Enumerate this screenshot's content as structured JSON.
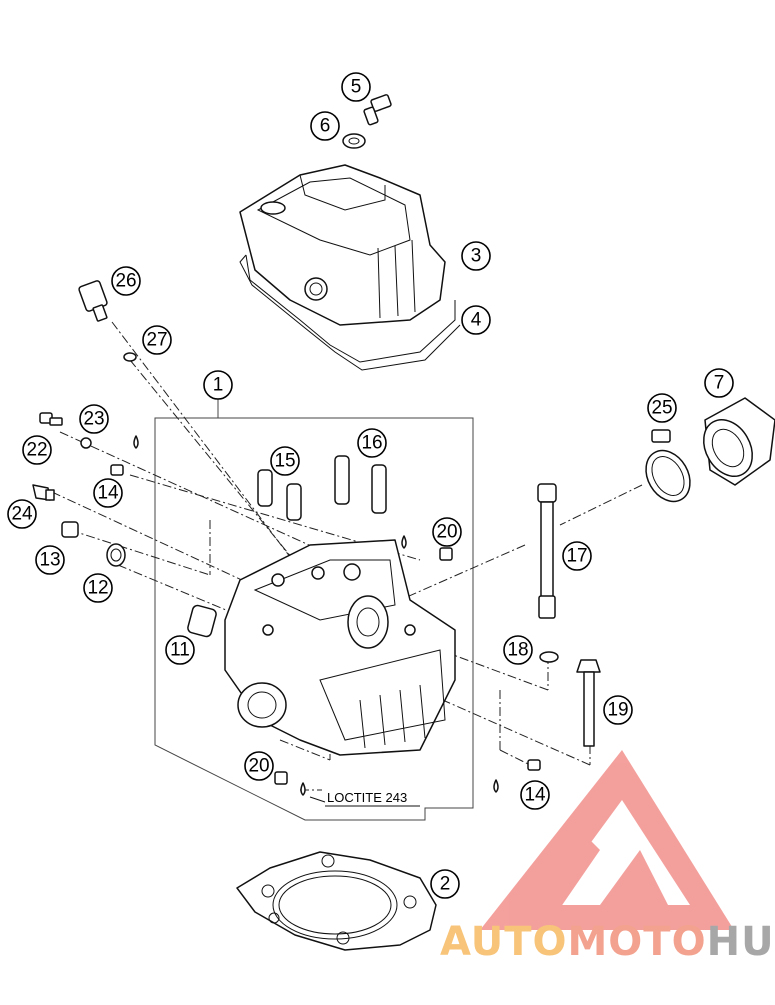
{
  "callouts": [
    {
      "id": "c1",
      "label": "1"
    },
    {
      "id": "c2",
      "label": "2"
    },
    {
      "id": "c3",
      "label": "3"
    },
    {
      "id": "c4",
      "label": "4"
    },
    {
      "id": "c5",
      "label": "5"
    },
    {
      "id": "c6",
      "label": "6"
    },
    {
      "id": "c7",
      "label": "7"
    },
    {
      "id": "c11",
      "label": "11"
    },
    {
      "id": "c12",
      "label": "12"
    },
    {
      "id": "c13",
      "label": "13"
    },
    {
      "id": "c14a",
      "label": "14"
    },
    {
      "id": "c14b",
      "label": "14"
    },
    {
      "id": "c15",
      "label": "15"
    },
    {
      "id": "c16",
      "label": "16"
    },
    {
      "id": "c17",
      "label": "17"
    },
    {
      "id": "c18",
      "label": "18"
    },
    {
      "id": "c19",
      "label": "19"
    },
    {
      "id": "c20a",
      "label": "20"
    },
    {
      "id": "c20b",
      "label": "20"
    },
    {
      "id": "c22",
      "label": "22"
    },
    {
      "id": "c23",
      "label": "23"
    },
    {
      "id": "c24",
      "label": "24"
    },
    {
      "id": "c25",
      "label": "25"
    },
    {
      "id": "c26",
      "label": "26"
    },
    {
      "id": "c27",
      "label": "27"
    }
  ],
  "note": "LOCTITE 243",
  "watermark": {
    "part1": "AUTO",
    "part2": "MOTO",
    "part3": "HUB",
    "color_logo": "#f0817d",
    "color_auto": "#f7c47a",
    "color_moto": "#f3a28f",
    "color_hub": "#a7a7a7"
  }
}
